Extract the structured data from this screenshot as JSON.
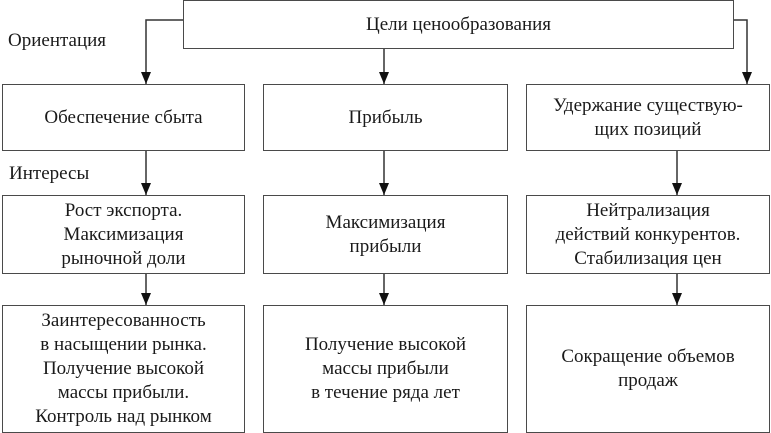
{
  "diagram": {
    "root": {
      "label": "Цели ценообразования"
    },
    "row_labels": {
      "orientation": "Ориентация",
      "interests": "Интересы"
    },
    "columns": [
      {
        "orientation": "Обеспечение сбыта",
        "interests": "Рост экспорта.\nМаксимизация\nрыночной доли",
        "outcome": "Заинтересованность\nв насыщении рынка.\nПолучение высокой\nмассы прибыли.\nКонтроль над рынком"
      },
      {
        "orientation": "Прибыль",
        "interests": "Максимизация\nприбыли",
        "outcome": "Получение высокой\nмассы прибыли\nв течение ряда лет"
      },
      {
        "orientation": "Удержание существую-\nщих позиций",
        "interests": "Нейтрализация\nдействий конкурентов.\nСтабилизация цен",
        "outcome": "Сокращение объемов\nпродаж"
      }
    ]
  }
}
